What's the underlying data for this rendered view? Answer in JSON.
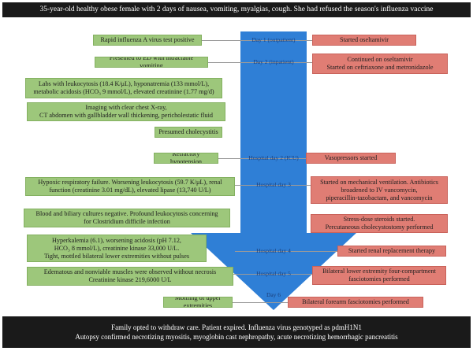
{
  "header": {
    "text": "35-year-old healthy obese female with 2 days of nausea, vomiting, myalgias, cough. She had refused the season's influenza vaccine"
  },
  "events": [
    {
      "lines": [
        "Rapid influenza A virus test positive"
      ]
    },
    {
      "lines": [
        "Presented to ED with intractable vomiting"
      ]
    },
    {
      "lines": [
        "Labs with leukocytosis (18.4 K/μL), hyponatremia (133 mmol/L),",
        "metabolic acidosis (HCO₃ 9 mmol/L), elevated creatinine (1.77 mg/d)"
      ]
    },
    {
      "lines": [
        "Imaging with clear chest X-ray,",
        "CT abdomen with gallbladder wall thickening, pericholestatic fluid"
      ]
    },
    {
      "lines": [
        "Presumed cholecystitis"
      ]
    },
    {
      "lines": [
        "Refractory hypotension"
      ]
    },
    {
      "lines": [
        "Hypoxic respiratory failure. Worsening leukocytosis (59.7 K/μL), renal",
        "function (creatinine 3.01 mg/dL), elevated lipase (13,740 U/L)"
      ]
    },
    {
      "lines": [
        "Blood and biliary cultures negative. Profound leukocytosis concerning",
        "for Clostridium difficile infection"
      ]
    },
    {
      "lines": [
        "Hyperkalemia (6.1), worsening acidosis (pH 7.12,",
        "HCO₃ 8 mmol/L), creatinine kinase 33,000 U/L.",
        "Tight, mottled bilateral lower extremities without pulses"
      ]
    },
    {
      "lines": [
        "Edematous and nonviable muscles were observed without necrosis",
        "Creatinine kinase 219,6000 U/L"
      ]
    },
    {
      "lines": [
        "Mottling of upper extremities"
      ]
    }
  ],
  "timeline": [
    {
      "label": "Day 1 (outpatient)"
    },
    {
      "label": "Day 2 (inpatient)"
    },
    {
      "label": "Hospital day 2 (ICU)"
    },
    {
      "label": "Hospital day 3"
    },
    {
      "label": "Hospital day 4"
    },
    {
      "label": "Hospital day 5"
    },
    {
      "label": "Day 6"
    }
  ],
  "treatments": [
    {
      "lines": [
        "Started oseltamivir"
      ]
    },
    {
      "lines": [
        "Continued on oseltamivir",
        "Started on ceftriaxone and metronidazole"
      ]
    },
    {
      "lines": [
        "Vasopressors started"
      ]
    },
    {
      "lines": [
        "Started on mechanical ventilation. Antibiotics",
        "broadened to IV vancomycin,",
        "piperacillin-tazobactam, and vancomycin"
      ]
    },
    {
      "lines": [
        "Stress-dose steroids started.",
        "Percutaneous cholecystostomy performed"
      ]
    },
    {
      "lines": [
        "Started renal replacement therapy"
      ]
    },
    {
      "lines": [
        "Bilateral lower extremity four-compartment",
        "fasciotomies performed"
      ]
    },
    {
      "lines": [
        "Bilateral forearm fasciotomies performed"
      ]
    }
  ],
  "footer": {
    "line1": "Family opted to withdraw care. Patient expired. Influenza virus genotyped as pdmH1N1",
    "line2": "Autopsy confirmed necrotizing myositis, myoglobin cast nephropathy, acute necrotizing hemorrhagic pancreatitis"
  },
  "colors": {
    "event_box": "#9dc77b",
    "treatment_box": "#e07d74",
    "arrow": "#2f7fd6",
    "bars": "#1a1a1a"
  }
}
